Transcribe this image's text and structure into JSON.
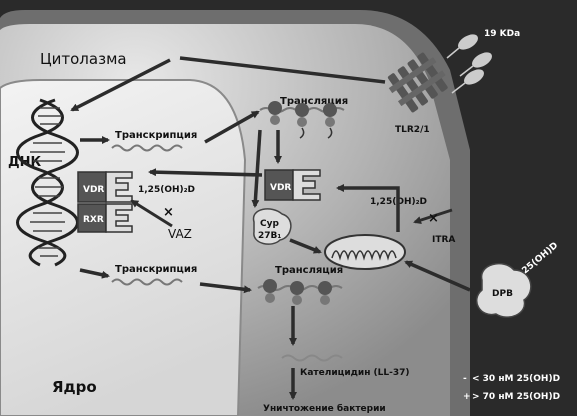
{
  "labels": {
    "cytoplasm": "Цитолазма",
    "nucleus": "Ядро",
    "dna": "ДНК",
    "transcription_top": "Транскрипция",
    "transcription_bottom": "Транскрипция",
    "translation_top": "Трансляция",
    "translation_bottom": "Трансляция",
    "vdr_nuc": "VDR",
    "rxr": "RXR",
    "vdr_cyt": "VDR",
    "ligand_nuc": "1,25(OH)₂D",
    "ligand_cyt": "1,25(OH)₂D",
    "vaz": "VAZ",
    "itra": "ITRA",
    "cyp_line1": "Cyp",
    "cyp_line2": "27B₁",
    "receptor": "TLR2/1",
    "bacteria_kda": "19 KDa",
    "dbp_ligand": "25(OH)D",
    "dpb": "DPB",
    "cathelicidin": "Кателицидин (LL-37)",
    "bacteria_kill": "Уничтожение бактерии"
  },
  "legend": [
    {
      "symbol": "-",
      "text": "< 30 нМ 25(OH)D"
    },
    {
      "symbol": "+",
      "text": "> 70 нМ 25(OH)D"
    }
  ],
  "colors": {
    "outer_background": "#2a2a2a",
    "cell_fill": "#9a9a9a",
    "nucleus_fill": "#e6e6e6",
    "receptor_dark": "#555555",
    "receptor_light": "#d8d8d8",
    "arrow": "#2c2c2c"
  }
}
